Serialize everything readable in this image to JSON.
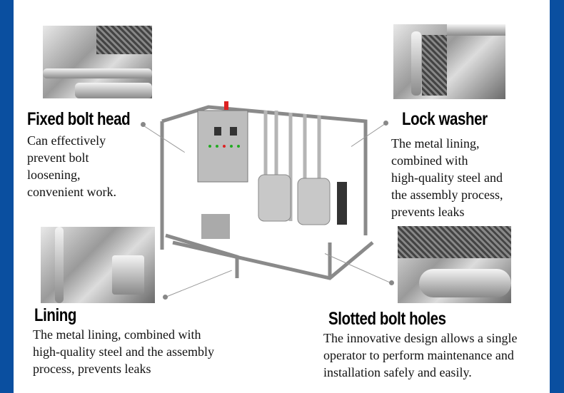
{
  "sections": [
    {
      "title": "Fixed bolt head",
      "lines": [
        "Can effectively",
        "prevent bolt",
        "loosening,",
        "convenient work."
      ]
    },
    {
      "title": "Lock washer",
      "lines": [
        "The metal lining,",
        "combined with",
        "high-quality steel and",
        "the assembly process,",
        "prevents leaks"
      ]
    },
    {
      "title": "Lining",
      "lines": [
        "The metal lining, combined with",
        "high-quality steel and the assembly",
        "process, prevents leaks"
      ]
    },
    {
      "title": "Slotted bolt holes",
      "lines": [
        "The innovative design allows a single",
        "operator to perform maintenance and",
        "installation safely and easily."
      ]
    }
  ],
  "colors": {
    "border": "#0a4fa0"
  }
}
